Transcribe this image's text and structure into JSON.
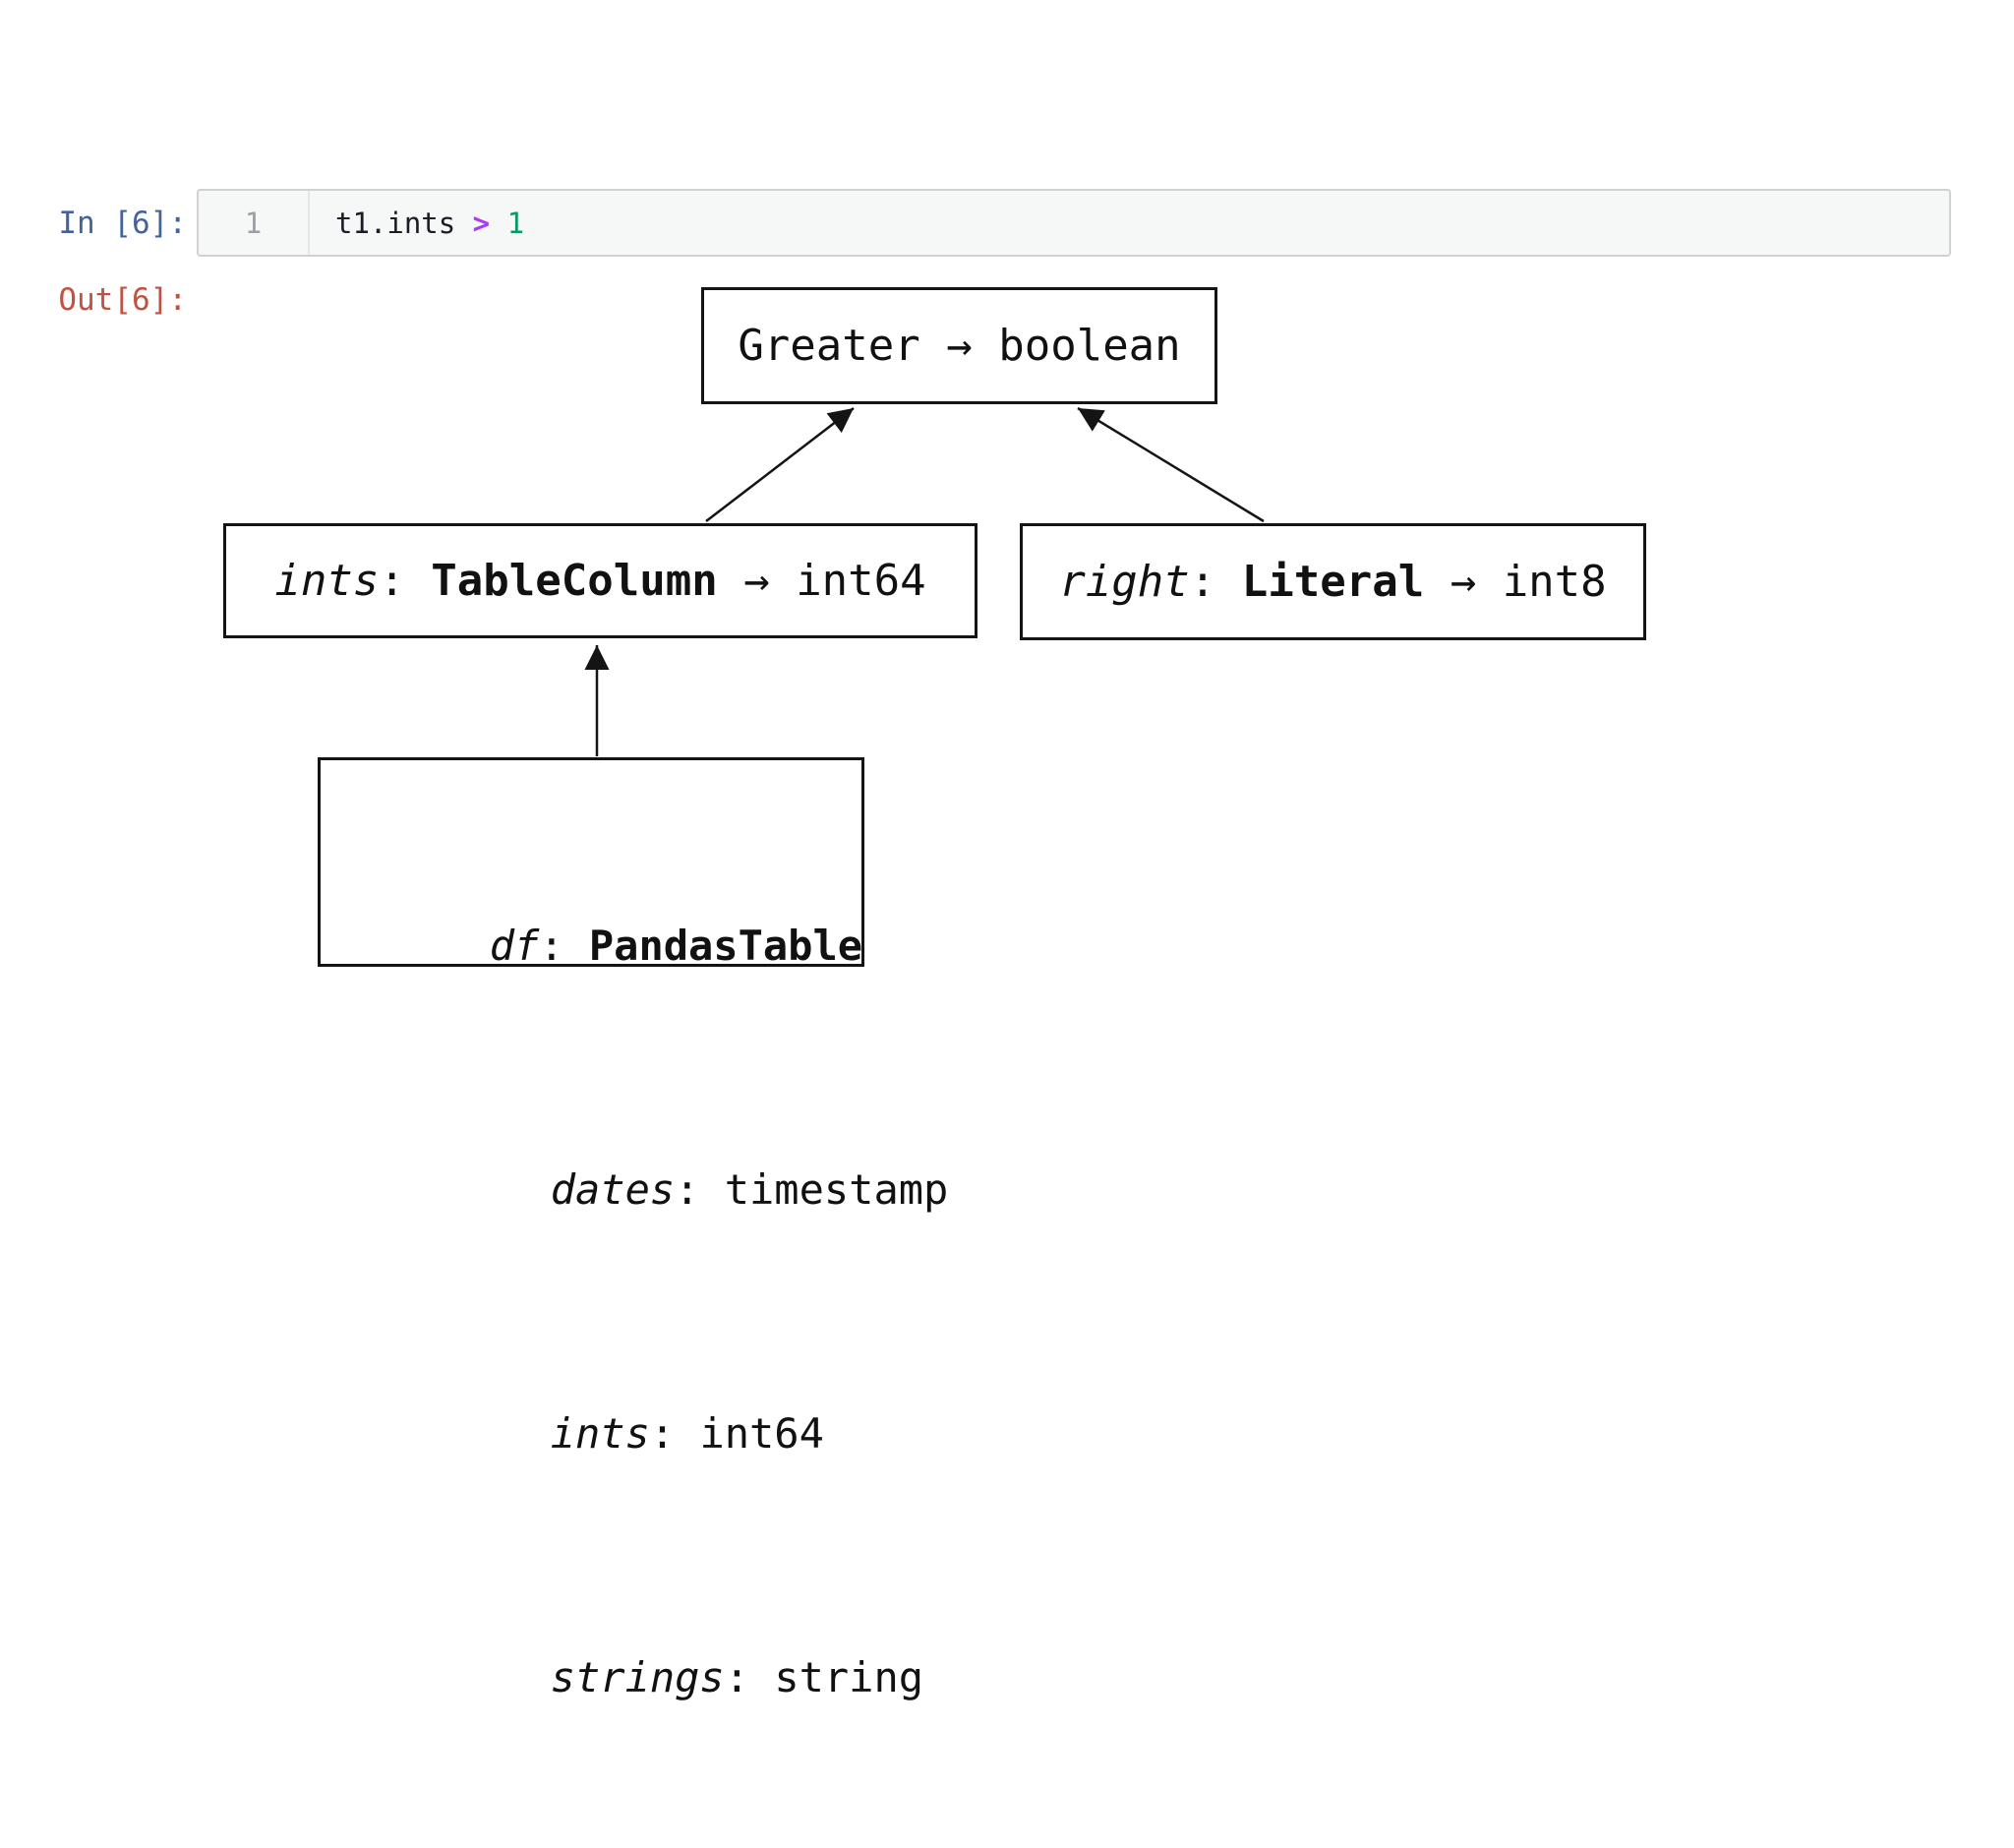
{
  "notebook": {
    "input_prompt": "In [6]:",
    "output_prompt": "Out[6]:",
    "line_number": "1",
    "code": {
      "lhs": "t1.ints",
      "op": ">",
      "rhs": "1"
    }
  },
  "diagram": {
    "sep_colon": ": ",
    "sep_arrow": " → ",
    "root": {
      "op": "Greater",
      "returns": "boolean"
    },
    "left": {
      "name": "ints",
      "op": "TableColumn",
      "returns": "int64"
    },
    "right": {
      "name": "right",
      "op": "Literal",
      "returns": "int8"
    },
    "table": {
      "name": "df",
      "op": "PandasTable",
      "fields": [
        {
          "name": "dates",
          "type": "timestamp"
        },
        {
          "name": "ints",
          "type": "int64"
        },
        {
          "name": "strings",
          "type": "string"
        }
      ]
    }
  },
  "colors": {
    "input_prompt": "#44639c",
    "output_prompt": "#bf5240",
    "operator": "#aa3bf2",
    "number": "#0d9765",
    "code_text": "#1c1c27",
    "editor_background": "#f6f7f7",
    "editor_border": "#cfd1d2",
    "diagram_ink": "#141414"
  }
}
